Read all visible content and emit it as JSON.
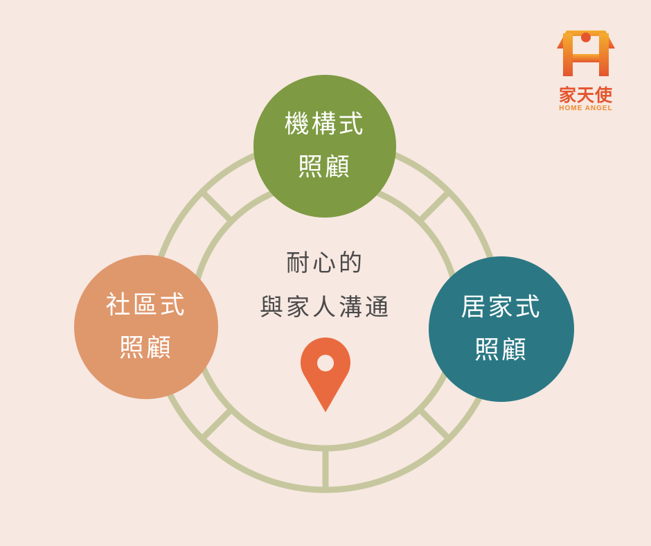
{
  "diagram": {
    "center_text": {
      "line1": "耐心的",
      "line2": "與家人溝通"
    },
    "nodes": [
      {
        "id": "top",
        "line1": "機構式",
        "line2": "照顧",
        "color": "#7e9a42"
      },
      {
        "id": "left",
        "line1": "社區式",
        "line2": "照顧",
        "color": "#df976c"
      },
      {
        "id": "right",
        "line1": "居家式",
        "line2": "照顧",
        "color": "#2b7884"
      }
    ],
    "ring_color": "#c6c79e",
    "pin_color": "#ea6a3f"
  },
  "brand": {
    "logo_name": "家天使",
    "logo_sub": "HOME ANGEL",
    "colors": {
      "primary": "#e4552e",
      "secondary": "#f2a12e"
    }
  },
  "background": "#f7e8e1"
}
